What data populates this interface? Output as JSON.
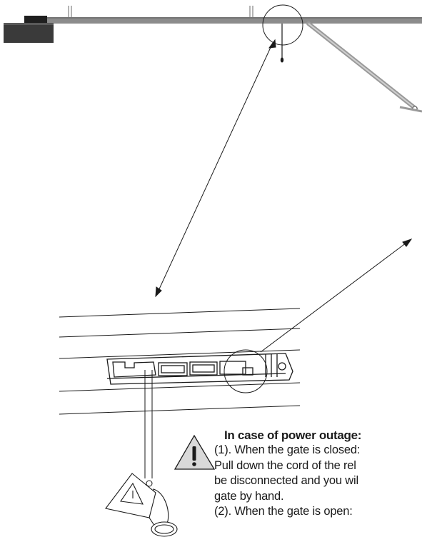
{
  "instructions": {
    "title": "In case of power outage:",
    "lines": [
      "(1). When the gate is closed:",
      "Pull down the cord of the rel",
      "be disconnected and you wil",
      "gate by hand.",
      "(2). When the gate is open:"
    ]
  },
  "icons": {
    "warning": "warning-triangle-icon"
  },
  "colors": {
    "rail": "#8c8c8c",
    "motor": "#3a3a3a",
    "line": "#1a1a1a",
    "warning_fill": "#d9d9d9"
  }
}
